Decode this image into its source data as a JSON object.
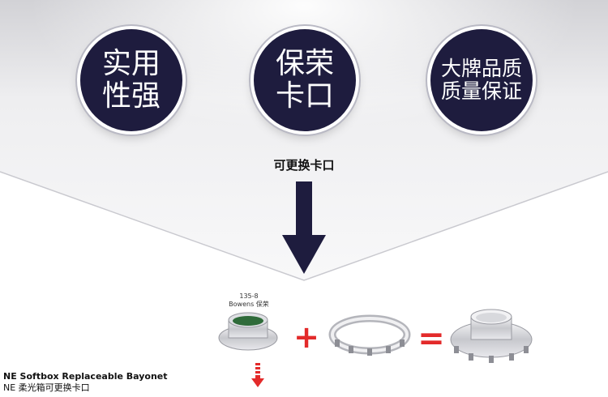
{
  "features": [
    {
      "lines": [
        "实用",
        "性强"
      ]
    },
    {
      "lines": [
        "保荣",
        "卡口"
      ]
    },
    {
      "lines": [
        "大牌品质",
        "质量保证"
      ]
    }
  ],
  "arrow_label": "可更换卡口",
  "parts": {
    "ring_label_line1": "135-8",
    "ring_label_line2": "Bowens   保荣",
    "plus": "+",
    "equals": "="
  },
  "caption": {
    "title": "NE Softbox Replaceable Bayonet",
    "subtitle": "NE 柔光箱可更换卡口"
  },
  "colors": {
    "navy": "#1e1c3e",
    "accent_red": "#e32a2a",
    "panel_top": "#d6d6da",
    "panel_bottom": "#f7f7f8"
  }
}
